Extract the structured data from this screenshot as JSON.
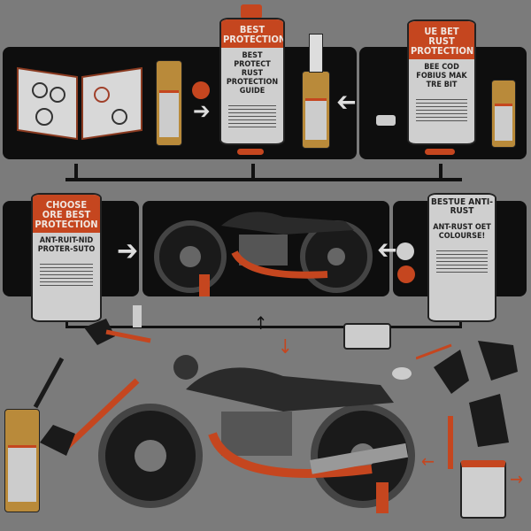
{
  "steps": {
    "top_center_can": {
      "title": "BEST PROTECTION",
      "subtitle": "BEST PROTECT RUST PROTECTION GUIDE"
    },
    "top_right_can": {
      "title": "UE BET RUST PROTECTION",
      "subtitle": "BEE COD FOBIUS MAK TRE BIT"
    },
    "middle_left_can": {
      "title": "CHOOSE ORE BEST PROTECTION",
      "subtitle": "ANT-RUIT-NID PROTER-SUTO"
    },
    "middle_right_can": {
      "title": "BESTUE ANTI-RUST",
      "subtitle": "ANT-RUST OET COLOURSE!"
    }
  },
  "colors": {
    "background": "#7b7b7b",
    "panel": "#0e0e0e",
    "accent": "#c5461f",
    "can": "#cfcfcf"
  },
  "icons": [
    "book-icon",
    "bottle-icon",
    "spray-bottle-icon",
    "motorcycle-icon",
    "glove-icon",
    "brush-icon",
    "hammer-icon",
    "arrow-icon"
  ]
}
